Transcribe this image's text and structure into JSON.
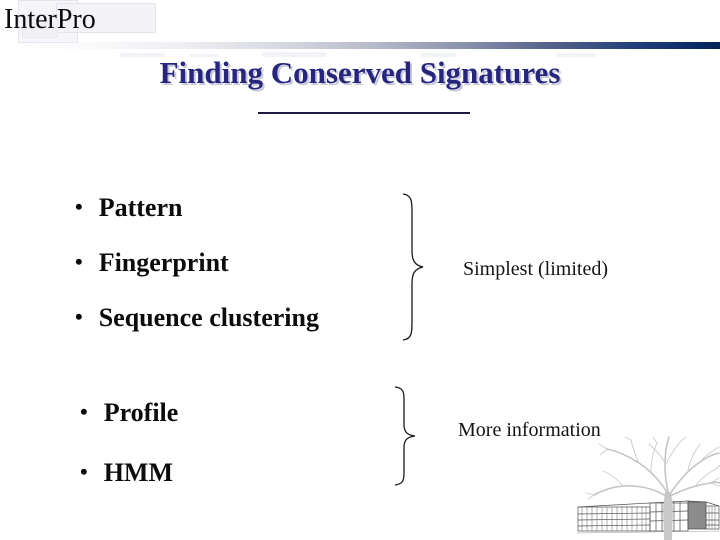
{
  "slide": {
    "logo": "InterPro",
    "title": "Finding Conserved Signatures",
    "bullet_char": "•",
    "groups": [
      {
        "items": [
          "Pattern",
          "Fingerprint",
          "Sequence clustering"
        ],
        "annotation": "Simplest (limited)"
      },
      {
        "items": [
          "Profile",
          "HMM"
        ],
        "annotation": "More information"
      }
    ],
    "artwork": {
      "name": "building-and-tree-sketch"
    },
    "colors": {
      "title": "#26267e",
      "title_shadow": "#c9c9da",
      "header_bar_end": "#0a2a66",
      "body_text": "#0c0c0c"
    }
  }
}
